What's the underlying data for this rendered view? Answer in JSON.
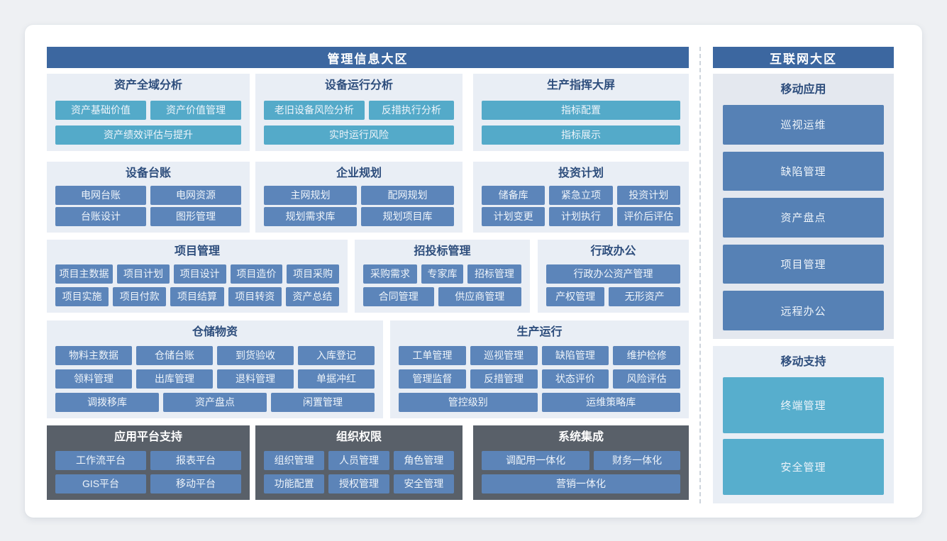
{
  "management_zone": {
    "title": "管理信息大区"
  },
  "internet_zone": {
    "title": "互联网大区"
  },
  "groups": {
    "asset_analysis": {
      "title": "资产全域分析",
      "r1": [
        "资产基础价值",
        "资产价值管理"
      ],
      "r2": [
        "资产绩效评估与提升"
      ]
    },
    "equip_run_analysis": {
      "title": "设备运行分析",
      "r1": [
        "老旧设备风险分析",
        "反措执行分析"
      ],
      "r2": [
        "实时运行风险"
      ]
    },
    "prod_command": {
      "title": "生产指挥大屏",
      "r1": [
        "指标配置"
      ],
      "r2": [
        "指标展示"
      ]
    },
    "equip_ledger": {
      "title": "设备台账",
      "r1": [
        "电网台账",
        "电网资源"
      ],
      "r2": [
        "台账设计",
        "图形管理"
      ]
    },
    "enterprise_planning": {
      "title": "企业规划",
      "r1": [
        "主网规划",
        "配网规划"
      ],
      "r2": [
        "规划需求库",
        "规划项目库"
      ]
    },
    "investment_plan": {
      "title": "投资计划",
      "r1": [
        "储备库",
        "紧急立项",
        "投资计划"
      ],
      "r2": [
        "计划变更",
        "计划执行",
        "评价后评估"
      ]
    },
    "project_mgmt": {
      "title": "项目管理",
      "r1": [
        "项目主数据",
        "项目计划",
        "项目设计",
        "项目造价",
        "项目采购"
      ],
      "r2": [
        "项目实施",
        "项目付款",
        "项目结算",
        "项目转资",
        "资产总结"
      ]
    },
    "bidding_mgmt": {
      "title": "招投标管理",
      "r1": [
        "采购需求",
        "专家库",
        "招标管理"
      ],
      "r2": [
        "合同管理",
        "供应商管理"
      ]
    },
    "admin_office": {
      "title": "行政办公",
      "r1": [
        "行政办公资产管理"
      ],
      "r2": [
        "产权管理",
        "无形资产"
      ]
    },
    "warehouse_materials": {
      "title": "仓储物资",
      "r1": [
        "物料主数据",
        "仓储台账",
        "到货验收",
        "入库登记"
      ],
      "r2": [
        "领料管理",
        "出库管理",
        "退料管理",
        "单据冲红"
      ],
      "r3": [
        "调拨移库",
        "资产盘点",
        "闲置管理"
      ]
    },
    "production_ops": {
      "title": "生产运行",
      "r1": [
        "工单管理",
        "巡视管理",
        "缺陷管理",
        "维护检修"
      ],
      "r2": [
        "管理监督",
        "反措管理",
        "状态评价",
        "风险评估"
      ],
      "r3": [
        "管控级别",
        "运维策略库"
      ]
    },
    "app_platform": {
      "title": "应用平台支持",
      "r1": [
        "工作流平台",
        "报表平台"
      ],
      "r2": [
        "GIS平台",
        "移动平台"
      ]
    },
    "org_permission": {
      "title": "组织权限",
      "r1": [
        "组织管理",
        "人员管理",
        "角色管理"
      ],
      "r2": [
        "功能配置",
        "授权管理",
        "安全管理"
      ]
    },
    "sys_integration": {
      "title": "系统集成",
      "r1": [
        "调配用一体化",
        "财务一体化"
      ],
      "r2": [
        "营销一体化"
      ]
    },
    "mobile_apps": {
      "title": "移动应用",
      "r1": [
        "巡视运维",
        "缺陷管理",
        "资产盘点",
        "项目管理",
        "远程办公"
      ]
    },
    "mobile_support": {
      "title": "移动支持",
      "r1": [
        "终端管理",
        "安全管理"
      ]
    }
  },
  "colors": {
    "zone_header_bg": "#3c67a0",
    "group_bg_light": "#e9eef5",
    "group_bg_dark": "#596069",
    "group_title": "#2d4d7c",
    "button_teal": "#54aac9",
    "button_blue": "#5c85ba",
    "button_blue_right": "#5681b5",
    "button_teal_right": "#57aecd",
    "page_bg": "#eef0f3",
    "card_bg": "#ffffff"
  }
}
